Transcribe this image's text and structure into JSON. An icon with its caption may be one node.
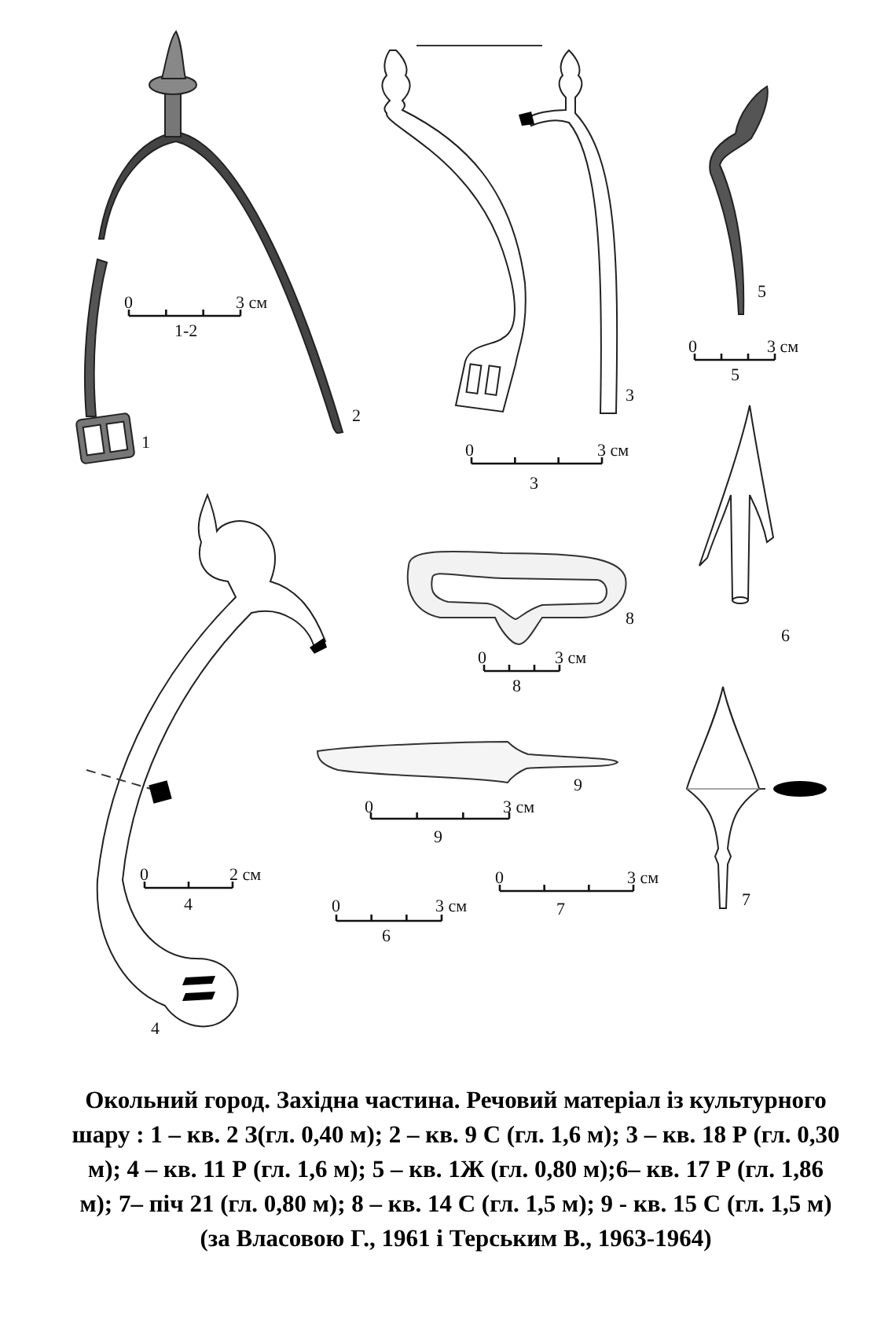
{
  "diagram": {
    "caption": "Окольний город. Західна частина. Речовий матеріал із культурного шару : 1 – кв. 2 З(гл. 0,40 м); 2 – кв. 9 С (гл. 1,6 м); 3 – кв. 18 Р (гл. 0,30 м); 4 – кв. 11 Р (гл. 1,6 м); 5 – кв. 1Ж (гл. 0,80 м);6– кв. 17 Р (гл. 1,86 м); 7– піч 21 (гл. 0,80 м); 8 – кв. 14 С (гл. 1,5 м); 9 - кв. 15 С (гл. 1,5 м) (за Власовою Г., 1961 і Терським В., 1963-1964)",
    "labels": [
      "5",
      "0",
      "3 см",
      "1-2",
      "0",
      "3 см",
      "5",
      "3",
      "2",
      "1",
      "0",
      "3 см",
      "3",
      "8",
      "6",
      "0",
      "3 см",
      "8",
      "9",
      "0",
      "3 см",
      "9",
      "0",
      "2 см",
      "4",
      "0",
      "3 см",
      "0",
      "3 см",
      "7",
      "7",
      "6",
      "4"
    ]
  }
}
